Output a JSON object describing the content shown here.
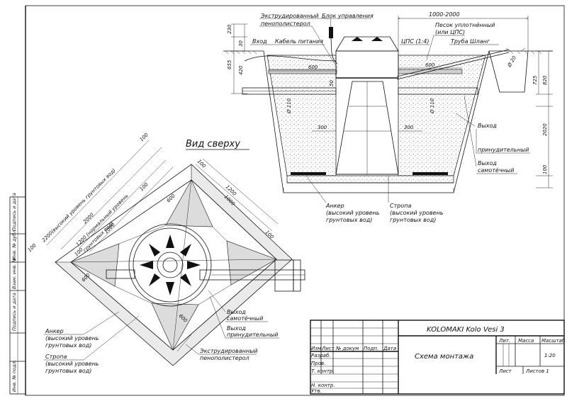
{
  "title_block": {
    "product": "KOLOMAKI Kolo Vesi 3",
    "drawing_title": "Схема монтажа",
    "col_izm": "Изм",
    "col_list": "Лист",
    "col_doc": "№ докум",
    "col_sign": "Подп.",
    "col_date": "Дата",
    "row_razrab": "Разраб.",
    "row_prov": "Пров.",
    "row_tkontr": "Т. контр.",
    "row_nkontr": "Н. контр.",
    "row_utv": "Утв.",
    "head_lit": "Лит.",
    "head_mass": "Масса",
    "head_scale": "Масштаб",
    "scale_value": "1:20",
    "sheet_label": "Лист",
    "sheets_label": "Листов 1"
  },
  "side_stamp": {
    "items": [
      "Подпись и дата",
      "Инв. № дубл.",
      "Взам. инв. №",
      "Подпись и дата",
      "Инв. № подл."
    ]
  },
  "section": {
    "label_extruded": "Экструдированный",
    "label_extruded2": "пенополистерол",
    "label_control": "Блок управления",
    "label_entry": "Вход",
    "label_cable": "Кабель питания",
    "label_sand": "Песок уплотнённый",
    "label_sand2": "(или ЦПС)",
    "label_cps": "ЦПС (1:4)",
    "label_pipe": "Труба Шланг",
    "dim_top": "1000-2000",
    "dim_230": "230",
    "dim_30": "30",
    "dim_655": "655",
    "dim_420": "420",
    "dim_600a": "600",
    "dim_600b": "600",
    "dim_50": "50",
    "dim_d20": "Ø 20",
    "dim_d110a": "Ø 110",
    "dim_d110b": "Ø 110",
    "dim_300a": "300",
    "dim_300b": "300",
    "dim_725": "725",
    "dim_820": "820",
    "dim_2020": "2020",
    "dim_100": "100",
    "label_forced": "Выход",
    "label_forced2": "принудительный",
    "label_gravity": "Выход",
    "label_gravity2": "самотёчный",
    "label_anchor": "Анкер",
    "label_anchor2": "(высокий уровень",
    "label_anchor3": "грунтовых вод)",
    "label_sling": "Стропа",
    "label_sling2": "(высокий уровень",
    "label_sling3": "грунтовых вод)"
  },
  "top_view": {
    "title": "Вид сверху",
    "dim_2200": "2200(высокий уровень грунтовых вод)",
    "dim_2000": "2000",
    "dim_1200a": "1200 (нормальный уровень",
    "dim_1200b": "грунтовых вод)",
    "dim_1000a": "1000",
    "dim_1200c": "1200",
    "dim_1000b": "1000",
    "dim_100a": "100",
    "dim_100b": "100",
    "dim_100c": "100",
    "dim_100d": "100",
    "dim_100e": "100",
    "dim_600a": "600",
    "dim_600b": "600",
    "dim_600c": "600",
    "dim_100f": "100",
    "label_gravity": "Выход",
    "label_gravity2": "самотёчный",
    "label_forced": "Выход",
    "label_forced2": "принудительный",
    "label_extruded": "Экструдированный",
    "label_extruded2": "пенополистерол",
    "label_anchor": "Анкер",
    "label_anchor2": "(высокий уровень",
    "label_anchor3": "грунтовых вод)",
    "label_sling": "Стропа",
    "label_sling2": "(высокий уровень",
    "label_sling3": "грунтовых вод)"
  }
}
